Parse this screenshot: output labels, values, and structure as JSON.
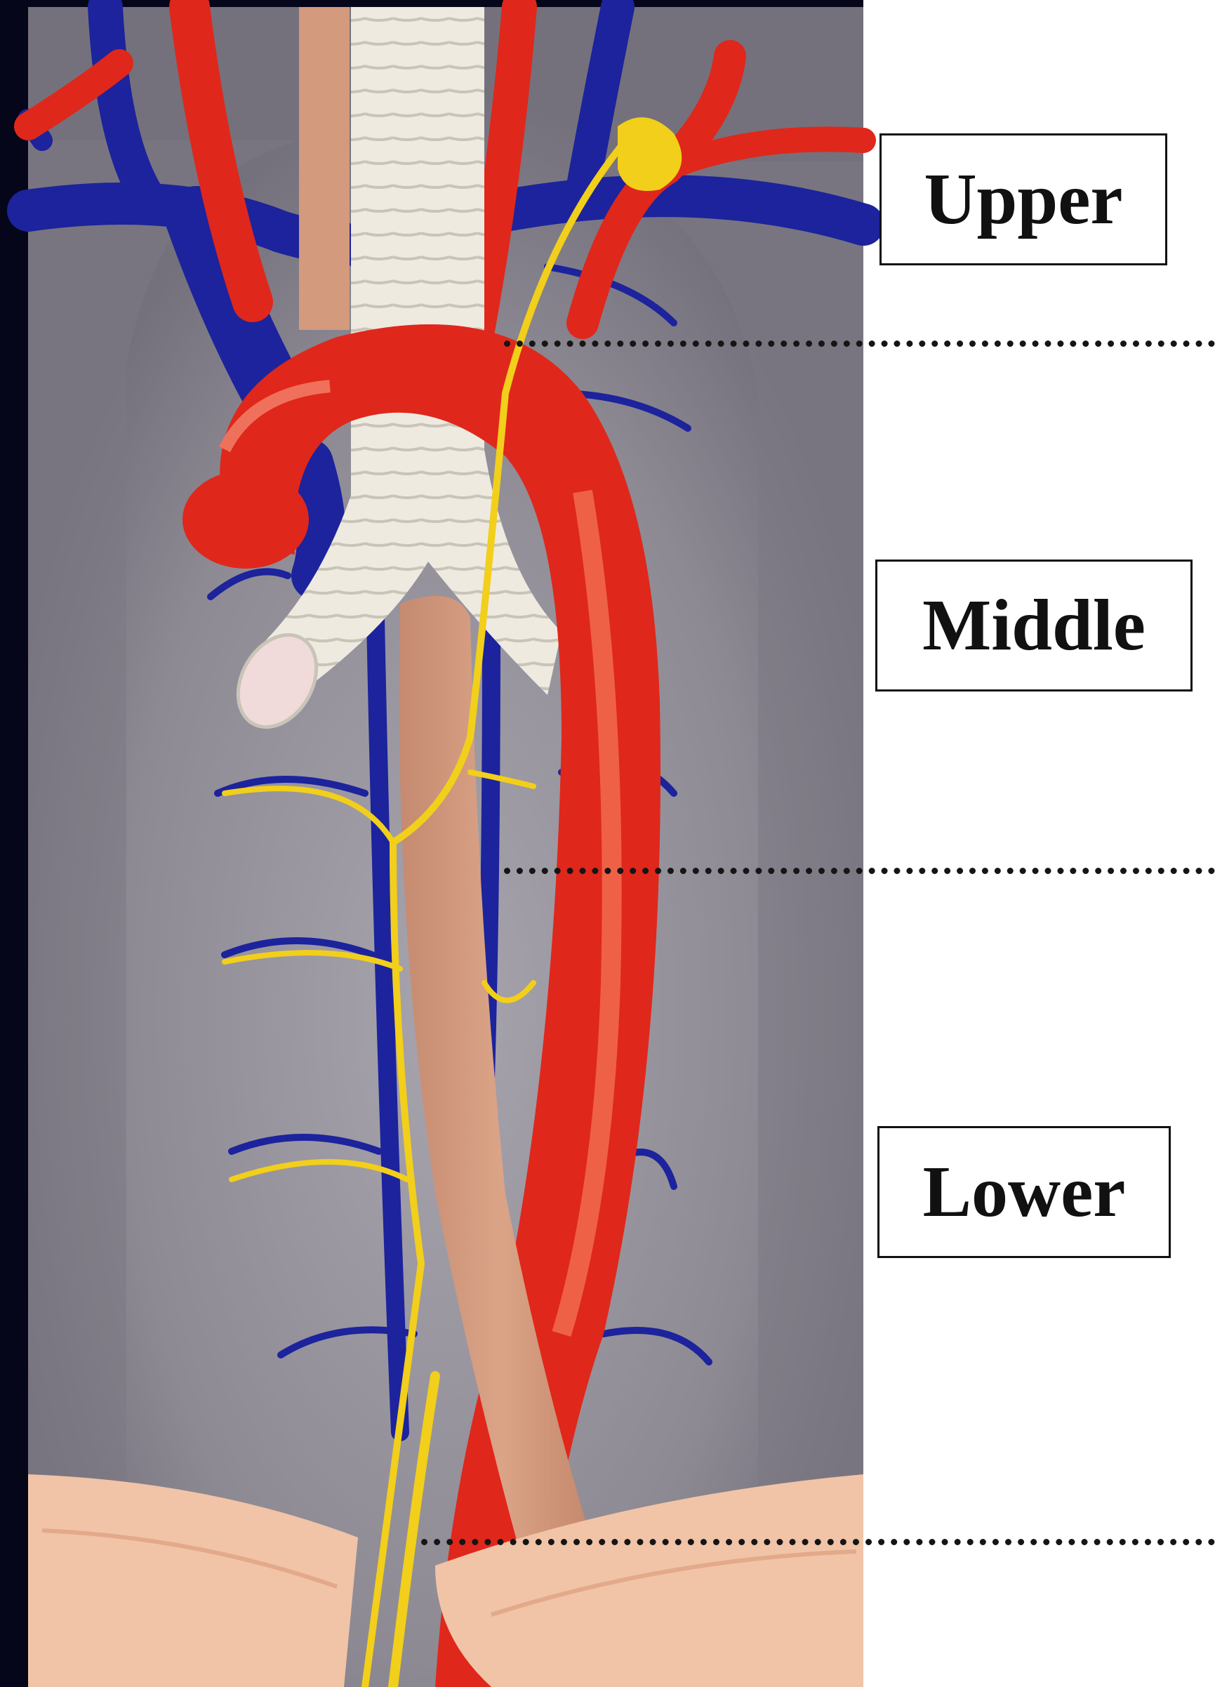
{
  "figure": {
    "segments": [
      {
        "name": "Upper"
      },
      {
        "name": "Middle"
      },
      {
        "name": "Lower"
      }
    ]
  },
  "colors": {
    "background": "#05061a",
    "thorax": "#8a8791",
    "artery": "#e0271b",
    "vein": "#1c239c",
    "nerve": "#f2cf1a",
    "trachea": "#ebe7dc",
    "esophagus": "#d39a7d",
    "diaphragm": "#f1c4a7"
  }
}
